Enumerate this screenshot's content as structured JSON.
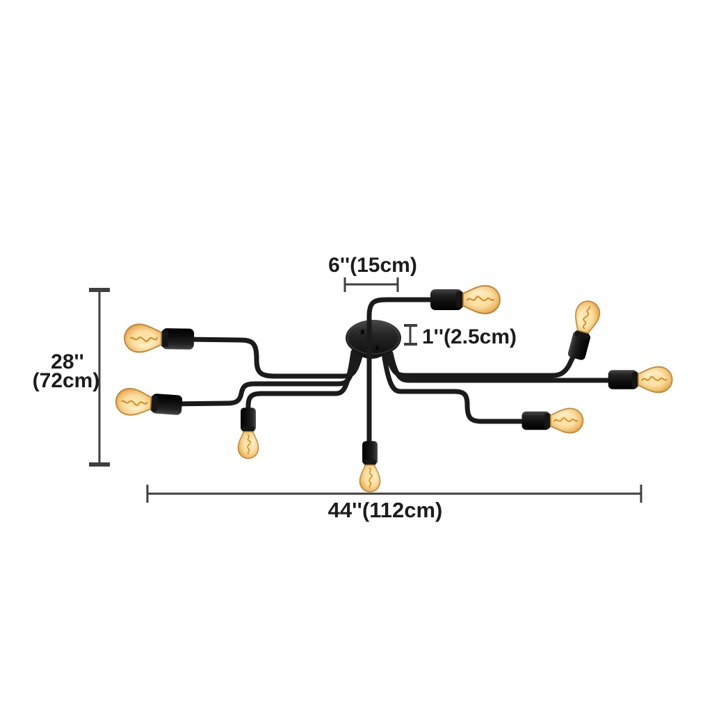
{
  "page": {
    "background": "#ffffff",
    "type": "product-dimension-diagram"
  },
  "fixture": {
    "bulb_count": 8,
    "colors": {
      "metal_black": "#1b1b1b",
      "socket_black": "#0e0e0e",
      "bulb_glass_edge": "#b07c35",
      "bulb_glass_fill": "#f8d695",
      "bulb_glow": "#ffeec6",
      "filament": "#c87d18",
      "dimension_line": "#3f3f3f",
      "label_text": "#1c1c1c"
    }
  },
  "annotations": {
    "canopy_width": "6''(15cm)",
    "canopy_height": "1''(2.5cm)",
    "fixture_height_line1": "28''",
    "fixture_height_line2": "(72cm)",
    "fixture_width": "44''(112cm)"
  }
}
